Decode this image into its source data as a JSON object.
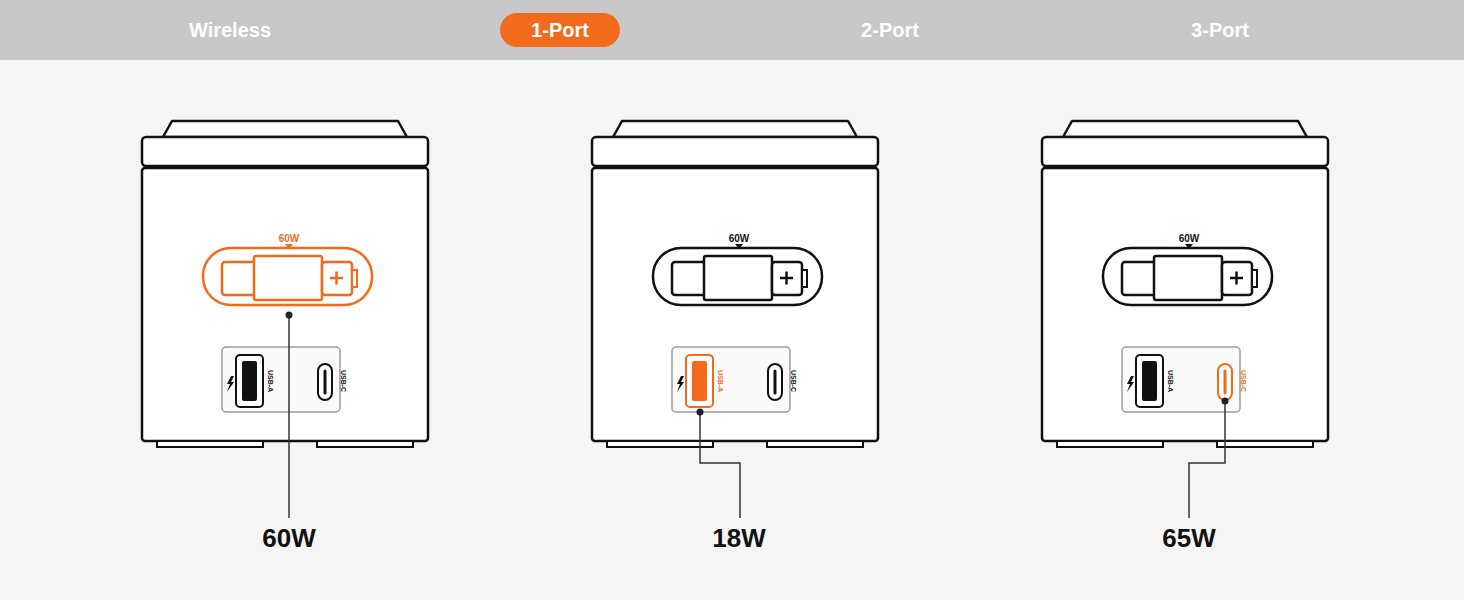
{
  "diagram": {
    "nodes": [
      {
        "text": [
          "Wireless",
          "2-Port",
          "3-Port"
        ]
      },
      {
        "text": [
          "1-Port"
        ],
        "in": 0
      }
    ],
    "labels": [
      "60W",
      "60W",
      "60W",
      "USB-A",
      "USB-C",
      "USB-A",
      "USB-C",
      "USB-A",
      "USB-C",
      "60W",
      "18W",
      "65W"
    ]
  }
}
